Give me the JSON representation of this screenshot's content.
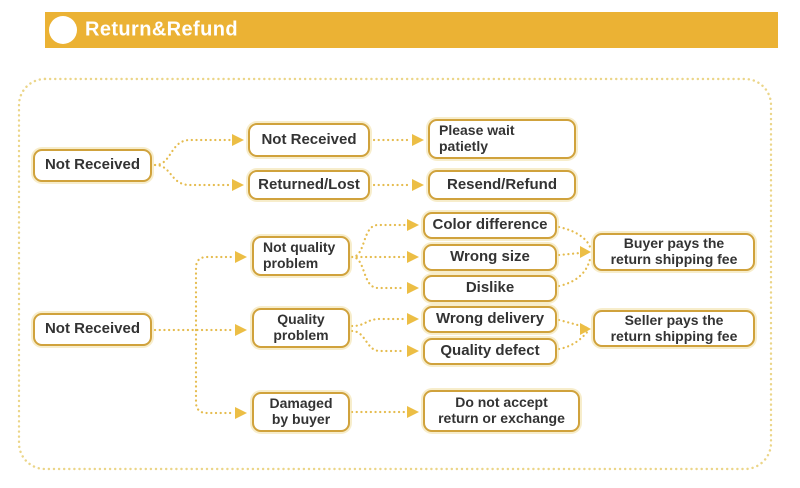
{
  "header": {
    "title": "Return&Refund",
    "banner_color": "#EBB234",
    "title_color": "#FFFFFF"
  },
  "diagram": {
    "outer_border_color": "#EBD588",
    "box_border_color": "#D0A23C",
    "connector_color": "#E5BC4F",
    "text_color": "#333333",
    "nodes": [
      {
        "id": "nr1",
        "label": "Not Received"
      },
      {
        "id": "nr2",
        "label": "Not Received"
      },
      {
        "id": "wait",
        "label": "Please wait\npatietly"
      },
      {
        "id": "lost",
        "label": "Returned/Lost"
      },
      {
        "id": "resend",
        "label": "Resend/Refund"
      },
      {
        "id": "nr3",
        "label": "Not Received"
      },
      {
        "id": "nqp",
        "label": "Not quality\nproblem"
      },
      {
        "id": "color",
        "label": "Color difference"
      },
      {
        "id": "size",
        "label": "Wrong size"
      },
      {
        "id": "dislike",
        "label": "Dislike"
      },
      {
        "id": "buyer",
        "label": "Buyer pays the\nreturn shipping fee"
      },
      {
        "id": "qp",
        "label": "Quality\nproblem"
      },
      {
        "id": "wd",
        "label": "Wrong delivery"
      },
      {
        "id": "qd",
        "label": "Quality defect"
      },
      {
        "id": "seller",
        "label": "Seller pays the\nreturn shipping fee"
      },
      {
        "id": "dmg",
        "label": "Damaged\nby buyer"
      },
      {
        "id": "dna",
        "label": "Do not accept\nreturn or exchange"
      }
    ],
    "edges": [
      {
        "from": "nr1",
        "to": "nr2"
      },
      {
        "from": "nr1",
        "to": "lost"
      },
      {
        "from": "nr2",
        "to": "wait"
      },
      {
        "from": "lost",
        "to": "resend"
      },
      {
        "from": "nr3",
        "to": "nqp"
      },
      {
        "from": "nr3",
        "to": "qp"
      },
      {
        "from": "nr3",
        "to": "dmg"
      },
      {
        "from": "nqp",
        "to": "color"
      },
      {
        "from": "nqp",
        "to": "size"
      },
      {
        "from": "nqp",
        "to": "dislike"
      },
      {
        "from": "color",
        "to": "buyer"
      },
      {
        "from": "size",
        "to": "buyer"
      },
      {
        "from": "dislike",
        "to": "buyer"
      },
      {
        "from": "qp",
        "to": "wd"
      },
      {
        "from": "qp",
        "to": "qd"
      },
      {
        "from": "wd",
        "to": "seller"
      },
      {
        "from": "qd",
        "to": "seller"
      },
      {
        "from": "dmg",
        "to": "dna"
      }
    ]
  }
}
